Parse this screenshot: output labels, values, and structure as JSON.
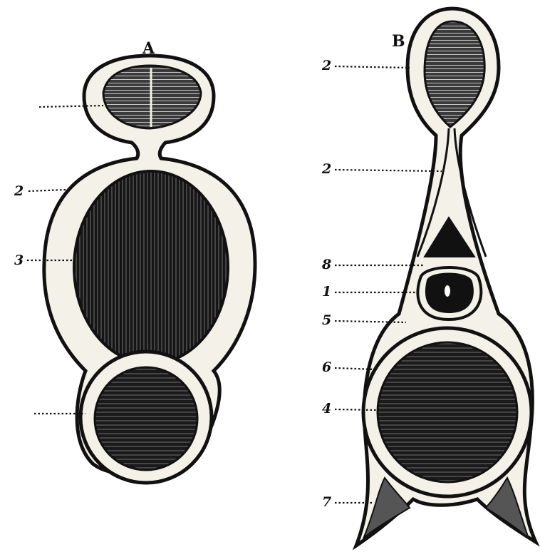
{
  "figure": {
    "panel_a": {
      "title": "A",
      "labels": {
        "top_cavity": "",
        "wall": "2",
        "large_cavity": "3",
        "bottom_cavity": ""
      }
    },
    "panel_b": {
      "title": "B",
      "labels": {
        "top_cavity": "2",
        "neck": "2",
        "triangle_cavity": "8",
        "small_cavity": "1",
        "small_wall": "5",
        "ring": "6",
        "large_cavity": "4",
        "spur": "7"
      }
    },
    "colors": {
      "ink": "#111111",
      "wall": "#f4f1e9",
      "paper": "#ffffff"
    }
  }
}
